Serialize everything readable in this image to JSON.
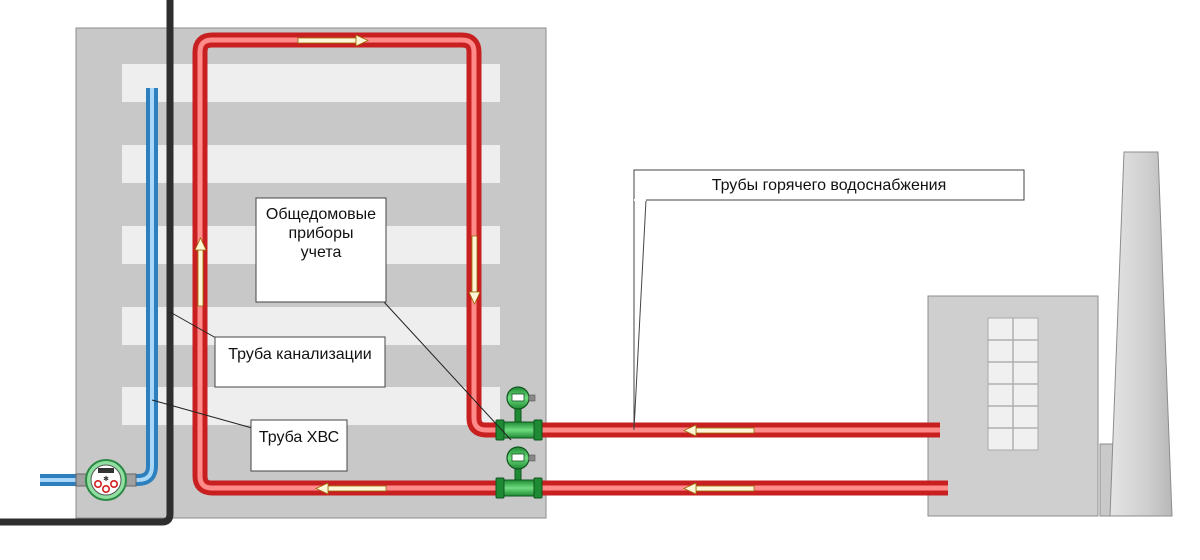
{
  "labels": {
    "hot_water_pipes": "Трубы горячего водоснабжения",
    "meters": [
      "Общедомовые",
      "приборы",
      "учета"
    ],
    "sewer_pipe": "Труба канализации",
    "cold_water_pipe": "Труба ХВС"
  },
  "colors": {
    "building": "#c8c8c8",
    "floor_stripe": "#eeeeee",
    "hot_pipe": "#ee3b3b",
    "hot_pipe_highlight": "#ff9a9a",
    "cold_pipe": "#5aaae0",
    "sewer_pipe": "#2e2e2e",
    "meter_green": "#2fb34a",
    "boiler_house": "#cfcfcf",
    "chimney": "#d6d6d6"
  },
  "icons": [
    "flow-arrow-icon",
    "flowmeter-icon",
    "water-meter-icon",
    "window-icon"
  ]
}
